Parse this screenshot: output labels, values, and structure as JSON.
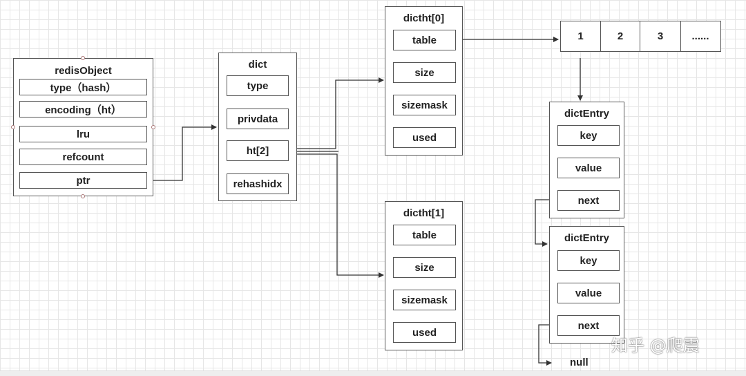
{
  "redisObject": {
    "title": "redisObject",
    "fields": [
      "type（hash）",
      "encoding（ht）",
      "lru",
      "refcount",
      "ptr"
    ]
  },
  "dict": {
    "title": "dict",
    "fields": [
      "type",
      "privdata",
      "ht[2]",
      "rehashidx"
    ]
  },
  "dictht0": {
    "title": "dictht[0]",
    "fields": [
      "table",
      "size",
      "sizemask",
      "used"
    ]
  },
  "dictht1": {
    "title": "dictht[1]",
    "fields": [
      "table",
      "size",
      "sizemask",
      "used"
    ]
  },
  "table_array": [
    "1",
    "2",
    "3",
    "......"
  ],
  "entry1": {
    "title": "dictEntry",
    "fields": [
      "key",
      "value",
      "next"
    ]
  },
  "entry2": {
    "title": "dictEntry",
    "fields": [
      "key",
      "value",
      "next"
    ]
  },
  "null_label": "null",
  "watermark": "知乎 @爬震",
  "colors": {
    "border": "#555555",
    "line": "#333333",
    "grid": "#e6e6e6"
  }
}
